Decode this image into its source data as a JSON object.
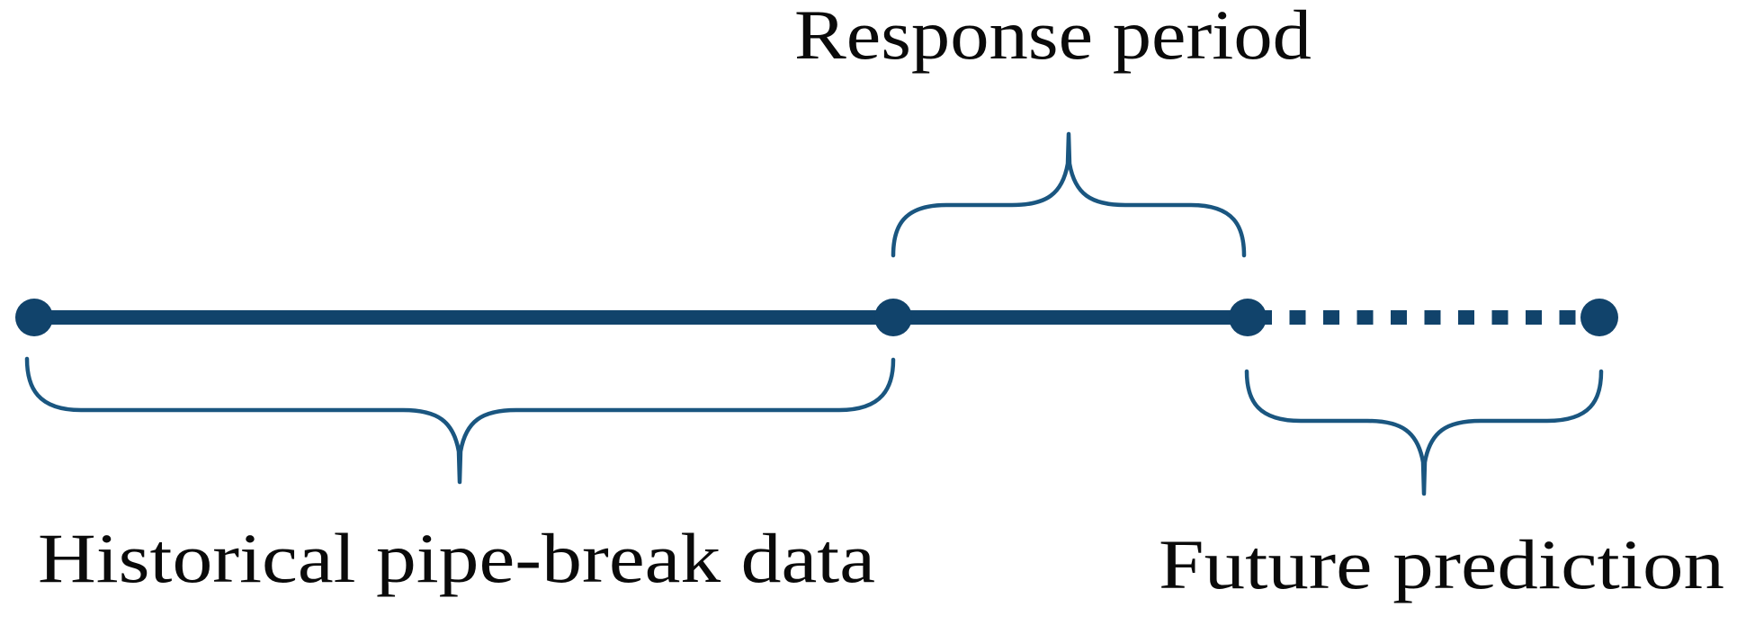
{
  "figure": {
    "labels": {
      "response_period": "Response period",
      "historical": "Historical pipe-break data",
      "future": "Future prediction"
    },
    "timeline": {
      "node_count": 4,
      "segments": [
        {
          "name": "historical-data",
          "style": "solid"
        },
        {
          "name": "response-period",
          "style": "solid"
        },
        {
          "name": "future-prediction",
          "style": "dashed"
        }
      ]
    },
    "colors": {
      "line": "#11436B",
      "brace": "#1A5680",
      "text": "#0A0A0A",
      "background": "#FFFFFF"
    }
  }
}
